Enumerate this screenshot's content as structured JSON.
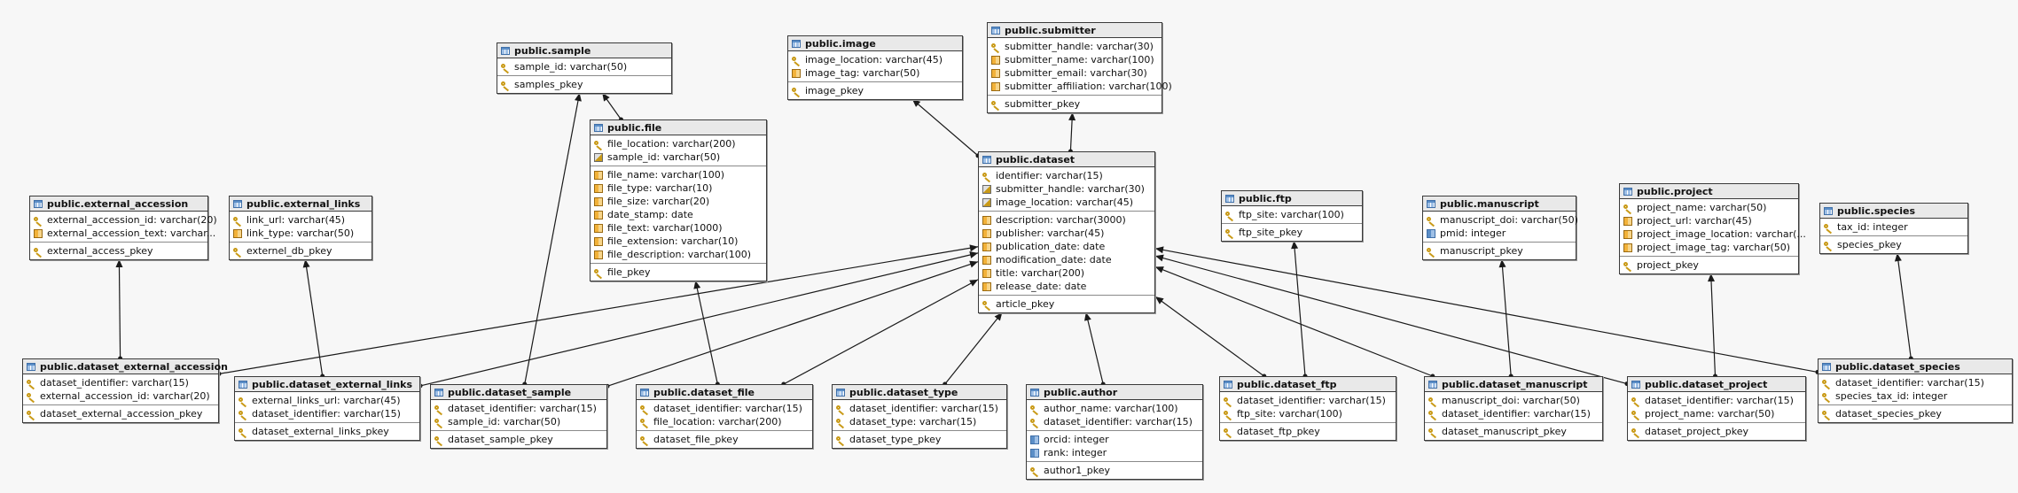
{
  "tables": [
    {
      "id": "sample",
      "title": "public.sample",
      "groups": [
        [
          {
            "icon": "key",
            "text": "sample_id: varchar(50)"
          }
        ],
        [
          {
            "icon": "idx",
            "text": "samples_pkey"
          }
        ]
      ]
    },
    {
      "id": "image",
      "title": "public.image",
      "groups": [
        [
          {
            "icon": "key",
            "text": "image_location: varchar(45)"
          },
          {
            "icon": "col",
            "text": "image_tag: varchar(50)"
          }
        ],
        [
          {
            "icon": "idx",
            "text": "image_pkey"
          }
        ]
      ]
    },
    {
      "id": "submitter",
      "title": "public.submitter",
      "groups": [
        [
          {
            "icon": "key",
            "text": "submitter_handle: varchar(30)"
          },
          {
            "icon": "col",
            "text": "submitter_name: varchar(100)"
          },
          {
            "icon": "col",
            "text": "submitter_email: varchar(30)"
          },
          {
            "icon": "col",
            "text": "submitter_affiliation: varchar(100)"
          }
        ],
        [
          {
            "icon": "idx",
            "text": "submitter_pkey"
          }
        ]
      ]
    },
    {
      "id": "file",
      "title": "public.file",
      "groups": [
        [
          {
            "icon": "key",
            "text": "file_location: varchar(200)"
          },
          {
            "icon": "fkey",
            "text": "sample_id: varchar(50)"
          }
        ],
        [
          {
            "icon": "col",
            "text": "file_name: varchar(100)"
          },
          {
            "icon": "col",
            "text": "file_type: varchar(10)"
          },
          {
            "icon": "col",
            "text": "file_size: varchar(20)"
          },
          {
            "icon": "col",
            "text": "date_stamp: date"
          },
          {
            "icon": "col",
            "text": "file_text: varchar(1000)"
          },
          {
            "icon": "col",
            "text": "file_extension: varchar(10)"
          },
          {
            "icon": "col",
            "text": "file_description: varchar(100)"
          }
        ],
        [
          {
            "icon": "idx",
            "text": "file_pkey"
          }
        ]
      ]
    },
    {
      "id": "dataset",
      "title": "public.dataset",
      "groups": [
        [
          {
            "icon": "key",
            "text": "identifier: varchar(15)"
          },
          {
            "icon": "fkey",
            "text": "submitter_handle: varchar(30)"
          },
          {
            "icon": "fkey",
            "text": "image_location: varchar(45)"
          }
        ],
        [
          {
            "icon": "col",
            "text": "description: varchar(3000)"
          },
          {
            "icon": "col",
            "text": "publisher: varchar(45)"
          },
          {
            "icon": "col",
            "text": "publication_date: date"
          },
          {
            "icon": "col",
            "text": "modification_date: date"
          },
          {
            "icon": "col",
            "text": "title: varchar(200)"
          },
          {
            "icon": "col",
            "text": "release_date: date"
          }
        ],
        [
          {
            "icon": "idx",
            "text": "article_pkey"
          }
        ]
      ]
    },
    {
      "id": "external_accession",
      "title": "public.external_accession",
      "groups": [
        [
          {
            "icon": "key",
            "text": "external_accession_id: varchar(20)"
          },
          {
            "icon": "col",
            "text": "external_accession_text: varchar..."
          }
        ],
        [
          {
            "icon": "idx",
            "text": "external_access_pkey"
          }
        ]
      ]
    },
    {
      "id": "external_links",
      "title": "public.external_links",
      "groups": [
        [
          {
            "icon": "key",
            "text": "link_url: varchar(45)"
          },
          {
            "icon": "col",
            "text": "link_type: varchar(50)"
          }
        ],
        [
          {
            "icon": "idx",
            "text": "externel_db_pkey"
          }
        ]
      ]
    },
    {
      "id": "ftp",
      "title": "public.ftp",
      "groups": [
        [
          {
            "icon": "key",
            "text": "ftp_site: varchar(100)"
          }
        ],
        [
          {
            "icon": "idx",
            "text": "ftp_site_pkey"
          }
        ]
      ]
    },
    {
      "id": "manuscript",
      "title": "public.manuscript",
      "groups": [
        [
          {
            "icon": "key",
            "text": "manuscript_doi: varchar(50)"
          },
          {
            "icon": "colblue",
            "text": "pmid: integer"
          }
        ],
        [
          {
            "icon": "idx",
            "text": "manuscript_pkey"
          }
        ]
      ]
    },
    {
      "id": "project",
      "title": "public.project",
      "groups": [
        [
          {
            "icon": "key",
            "text": "project_name: varchar(50)"
          },
          {
            "icon": "col",
            "text": "project_url: varchar(45)"
          },
          {
            "icon": "col",
            "text": "project_image_location: varchar(..."
          },
          {
            "icon": "col",
            "text": "project_image_tag: varchar(50)"
          }
        ],
        [
          {
            "icon": "idx",
            "text": "project_pkey"
          }
        ]
      ]
    },
    {
      "id": "species",
      "title": "public.species",
      "groups": [
        [
          {
            "icon": "key",
            "text": "tax_id: integer"
          }
        ],
        [
          {
            "icon": "idx",
            "text": "species_pkey"
          }
        ]
      ]
    },
    {
      "id": "dataset_external_accession",
      "title": "public.dataset_external_accession",
      "groups": [
        [
          {
            "icon": "key",
            "text": "dataset_identifier: varchar(15)"
          },
          {
            "icon": "key",
            "text": "external_accession_id: varchar(20)"
          }
        ],
        [
          {
            "icon": "idx",
            "text": "dataset_external_accession_pkey"
          }
        ]
      ]
    },
    {
      "id": "dataset_external_links",
      "title": "public.dataset_external_links",
      "groups": [
        [
          {
            "icon": "key",
            "text": "external_links_url: varchar(45)"
          },
          {
            "icon": "key",
            "text": "dataset_identifier: varchar(15)"
          }
        ],
        [
          {
            "icon": "idx",
            "text": "dataset_external_links_pkey"
          }
        ]
      ]
    },
    {
      "id": "dataset_sample",
      "title": "public.dataset_sample",
      "groups": [
        [
          {
            "icon": "key",
            "text": "dataset_identifier: varchar(15)"
          },
          {
            "icon": "key",
            "text": "sample_id: varchar(50)"
          }
        ],
        [
          {
            "icon": "idx",
            "text": "dataset_sample_pkey"
          }
        ]
      ]
    },
    {
      "id": "dataset_file",
      "title": "public.dataset_file",
      "groups": [
        [
          {
            "icon": "key",
            "text": "dataset_identifier: varchar(15)"
          },
          {
            "icon": "key",
            "text": "file_location: varchar(200)"
          }
        ],
        [
          {
            "icon": "idx",
            "text": "dataset_file_pkey"
          }
        ]
      ]
    },
    {
      "id": "dataset_type",
      "title": "public.dataset_type",
      "groups": [
        [
          {
            "icon": "key",
            "text": "dataset_identifier: varchar(15)"
          },
          {
            "icon": "key",
            "text": "dataset_type: varchar(15)"
          }
        ],
        [
          {
            "icon": "idx",
            "text": "dataset_type_pkey"
          }
        ]
      ]
    },
    {
      "id": "author",
      "title": "public.author",
      "groups": [
        [
          {
            "icon": "key",
            "text": "author_name: varchar(100)"
          },
          {
            "icon": "key",
            "text": "dataset_identifier: varchar(15)"
          }
        ],
        [
          {
            "icon": "colblue",
            "text": "orcid: integer"
          },
          {
            "icon": "colblue",
            "text": "rank: integer"
          }
        ],
        [
          {
            "icon": "idx",
            "text": "author1_pkey"
          }
        ]
      ]
    },
    {
      "id": "dataset_ftp",
      "title": "public.dataset_ftp",
      "groups": [
        [
          {
            "icon": "key",
            "text": "dataset_identifier: varchar(15)"
          },
          {
            "icon": "key",
            "text": "ftp_site: varchar(100)"
          }
        ],
        [
          {
            "icon": "idx",
            "text": "dataset_ftp_pkey"
          }
        ]
      ]
    },
    {
      "id": "dataset_manuscript",
      "title": "public.dataset_manuscript",
      "groups": [
        [
          {
            "icon": "key",
            "text": "manuscript_doi: varchar(50)"
          },
          {
            "icon": "key",
            "text": "dataset_identifier: varchar(15)"
          }
        ],
        [
          {
            "icon": "idx",
            "text": "dataset_manuscript_pkey"
          }
        ]
      ]
    },
    {
      "id": "dataset_project",
      "title": "public.dataset_project",
      "groups": [
        [
          {
            "icon": "key",
            "text": "dataset_identifier: varchar(15)"
          },
          {
            "icon": "key",
            "text": "project_name: varchar(50)"
          }
        ],
        [
          {
            "icon": "idx",
            "text": "dataset_project_pkey"
          }
        ]
      ]
    },
    {
      "id": "dataset_species",
      "title": "public.dataset_species",
      "groups": [
        [
          {
            "icon": "key",
            "text": "dataset_identifier: varchar(15)"
          },
          {
            "icon": "key",
            "text": "species_tax_id: integer"
          }
        ],
        [
          {
            "icon": "idx",
            "text": "dataset_species_pkey"
          }
        ]
      ]
    }
  ],
  "relations": [
    {
      "from": "dataset_sample",
      "to": "sample"
    },
    {
      "from": "file",
      "to": "sample"
    },
    {
      "from": "dataset",
      "to": "image"
    },
    {
      "from": "dataset",
      "to": "submitter"
    },
    {
      "from": "dataset_external_accession",
      "to": "external_accession"
    },
    {
      "from": "dataset_external_links",
      "to": "external_links"
    },
    {
      "from": "dataset_file",
      "to": "file"
    },
    {
      "from": "dataset_ftp",
      "to": "ftp"
    },
    {
      "from": "dataset_manuscript",
      "to": "manuscript"
    },
    {
      "from": "dataset_project",
      "to": "project"
    },
    {
      "from": "dataset_species",
      "to": "species"
    },
    {
      "from": "dataset_external_accession",
      "to": "dataset"
    },
    {
      "from": "dataset_external_links",
      "to": "dataset"
    },
    {
      "from": "dataset_sample",
      "to": "dataset"
    },
    {
      "from": "dataset_file",
      "to": "dataset"
    },
    {
      "from": "dataset_type",
      "to": "dataset"
    },
    {
      "from": "author",
      "to": "dataset"
    },
    {
      "from": "dataset_ftp",
      "to": "dataset"
    },
    {
      "from": "dataset_manuscript",
      "to": "dataset"
    },
    {
      "from": "dataset_project",
      "to": "dataset"
    },
    {
      "from": "dataset_species",
      "to": "dataset"
    }
  ],
  "colors": {
    "edge": "#1a1a1a",
    "header_bg": "#e9e9e9",
    "border": "#3a3a3a",
    "key": "#c99a17",
    "column": "#f2b23a",
    "int_column": "#5b8ec7"
  }
}
